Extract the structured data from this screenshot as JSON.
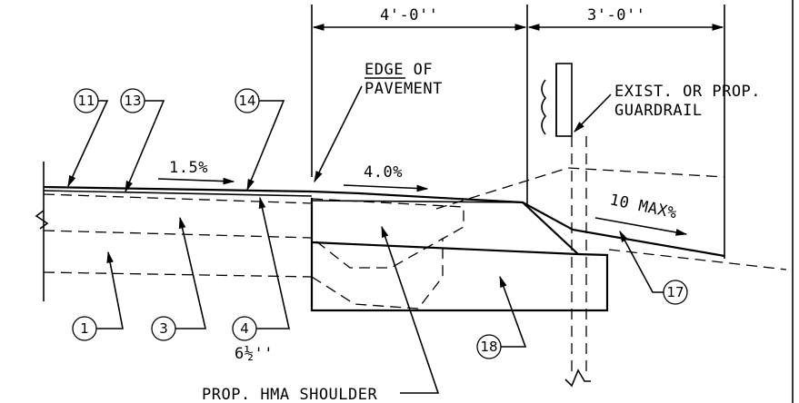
{
  "dimensions": {
    "dim_a": "4'-0''",
    "dim_b": "3'-0''"
  },
  "labels": {
    "edge_line1": "EDGE OF",
    "edge_line2": "PAVEMENT",
    "guardrail_line1": "EXIST. OR PROP.",
    "guardrail_line2": "GUARDRAIL",
    "slope_1": "1.5%",
    "slope_2": "4.0%",
    "slope_3": "10 MAX%",
    "thickness": "6½''",
    "shoulder": "PROP. HMA SHOULDER"
  },
  "callouts": {
    "c1": "1",
    "c3": "3",
    "c4": "4",
    "c11": "11",
    "c13": "13",
    "c14": "14",
    "c17": "17",
    "c18": "18"
  }
}
